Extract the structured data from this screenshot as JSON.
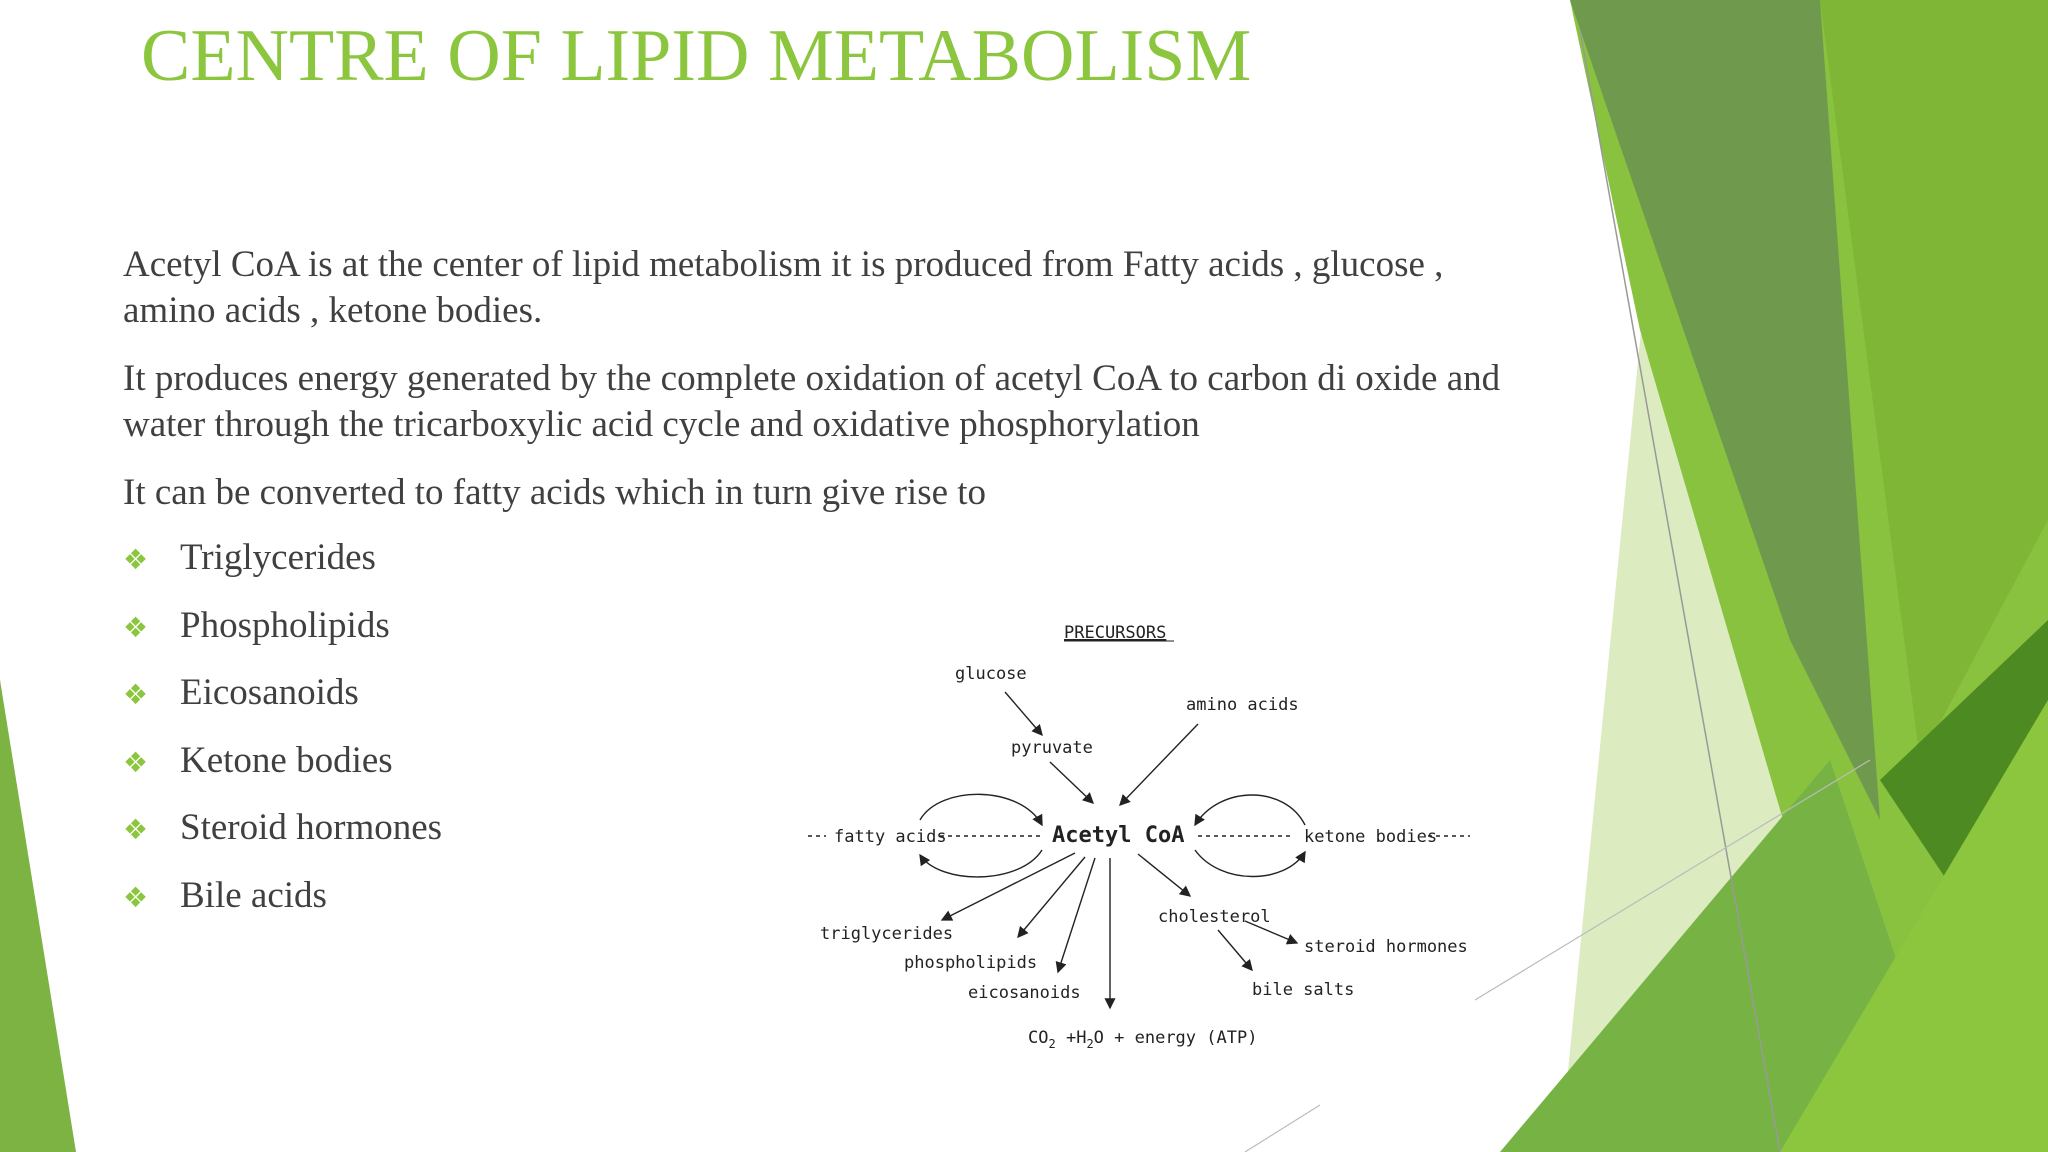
{
  "slide": {
    "title": "CENTRE OF LIPID METABOLISM",
    "paragraphs": [
      "Acetyl CoA is at the center of lipid metabolism it is produced from Fatty acids , glucose , amino acids , ketone bodies.",
      "It produces energy generated by the complete oxidation of acetyl CoA to carbon di oxide and water through the tricarboxylic acid cycle and oxidative phosphorylation",
      "It can be converted to fatty acids which in turn give rise to"
    ],
    "bullets": [
      "Triglycerides",
      "Phospholipids",
      "Eicosanoids",
      "Ketone bodies",
      "Steroid hormones",
      "Bile acids"
    ],
    "bullet_icon": "diamond-bullet-icon"
  },
  "diagram": {
    "heading": "PRECURSORS",
    "center": "Acetyl CoA",
    "labels": {
      "glucose": "glucose",
      "amino_acids": "amino acids",
      "pyruvate": "pyruvate",
      "fatty_acids": "fatty acids",
      "ketone_bodies": "ketone bodies",
      "triglycerides": "triglycerides",
      "phospholipids": "phospholipids",
      "eicosanoids": "eicosanoids",
      "cholesterol": "cholesterol",
      "steroid_hormones": "steroid hormones",
      "bile_salts": "bile salts",
      "co2": "CO",
      "co2_sub": "2",
      "plus_h": " +H",
      "h2o_sub": "2",
      "o_energy": "O + energy (ATP)"
    }
  },
  "colors": {
    "accent": "#8cc63f",
    "dark_green": "#6f9a4e",
    "text": "#404040"
  }
}
